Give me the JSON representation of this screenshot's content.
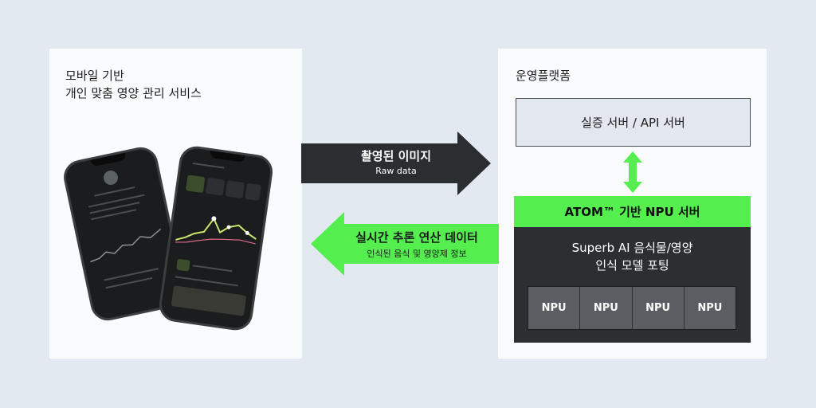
{
  "left_panel": {
    "title_line1": "모바일 기반",
    "title_line2": "개인 맞춤 영양 관리 서비스"
  },
  "right_panel": {
    "title": "운영플랫폼",
    "auth_server": "실증 서버 / API 서버",
    "npu_server": {
      "header": "ATOM™ 기반 NPU 서버",
      "desc_line1": "Superb AI 음식물/영양",
      "desc_line2": "인식 모델 포팅",
      "cells": [
        "NPU",
        "NPU",
        "NPU",
        "NPU"
      ]
    }
  },
  "arrows": {
    "to_platform": {
      "main": "촬영된 이미지",
      "sub": "Raw data",
      "color": "#2a2e31"
    },
    "to_mobile": {
      "main": "실시간 추론 연산 데이터",
      "sub": "인식된 음식 및 영양제 정보",
      "color": "#54ef4f"
    }
  },
  "colors": {
    "background": "#e3e9f1",
    "accent_green": "#54ef4f",
    "dark": "#2b2f32"
  },
  "icons": {
    "phones": "smartphone-mockup-image",
    "bidirectional": "double-arrow-vertical-icon"
  }
}
